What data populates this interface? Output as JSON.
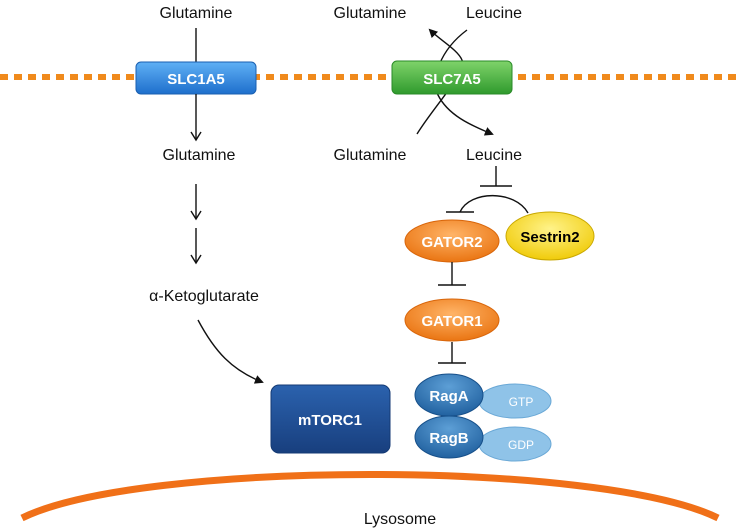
{
  "extracellular": {
    "glutamine_left": "Glutamine",
    "glutamine_right": "Glutamine",
    "leucine": "Leucine"
  },
  "transporters": {
    "slc1a5": "SLC1A5",
    "slc7a5": "SLC7A5"
  },
  "intracellular": {
    "glutamine_left": "Glutamine",
    "glutamine_right": "Glutamine",
    "leucine": "Leucine",
    "akg": "α-Ketoglutarate"
  },
  "nodes": {
    "sestrin2": "Sestrin2",
    "gator2": "GATOR2",
    "gator1": "GATOR1",
    "raga": "RagA",
    "ragb": "RagB",
    "gtp": "GTP",
    "gdp": "GDP",
    "mtorc1": "mTORC1"
  },
  "organelle": {
    "lysosome": "Lysosome"
  },
  "colors": {
    "membrane": "#f08a1c",
    "slc1a5": "#1e78d6",
    "slc7a5": "#3ea83a",
    "gator": "#f07a14",
    "sestrin": "#f3d400",
    "rag": "#2a6fb0",
    "nucleotide": "#8fc3e8",
    "mtorc1": "#1f4f96",
    "lysosome": "#f07018"
  }
}
